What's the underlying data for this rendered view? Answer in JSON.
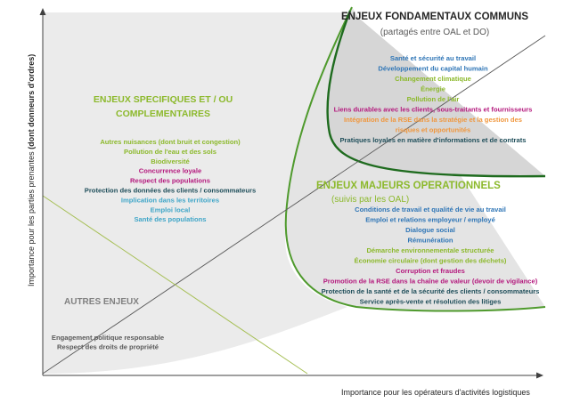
{
  "axes": {
    "x_label": "Importance  pour les opérateurs d'activités logistiques",
    "y_label_prefix": "Importance  pour les parties prenantes ",
    "y_label_bold": "(dont donneurs d'ordres)"
  },
  "zones": {
    "fondamentaux": {
      "title": "ENJEUX FONDAMENTAUX COMMUNS",
      "subtitle": "(partagés entre OAL et DO)",
      "items": [
        {
          "text": "Santé et sécurité au travail",
          "color": "#2e75b6"
        },
        {
          "text": "Développement du capital humain",
          "color": "#2e75b6"
        },
        {
          "text": "Changement climatique",
          "color": "#8cb92c"
        },
        {
          "text": "Énergie",
          "color": "#8cb92c"
        },
        {
          "text": "Pollution de l'air",
          "color": "#8cb92c"
        },
        {
          "text": "Liens durables avec les clients, sous-traitants et fournisseurs",
          "color": "#b4197d"
        },
        {
          "text": "Intégration de la RSE dans la stratégie et la gestion des",
          "color": "#f0963c"
        },
        {
          "text": "risques et opportunités",
          "color": "#f0963c"
        },
        {
          "text": "Pratiques loyales en matière d'informations et de contrats",
          "color": "#1f4e5a"
        }
      ]
    },
    "operationnels": {
      "title": "ENJEUX MAJEURS OPERATIONNELS",
      "subtitle": "(suivis par les OAL)",
      "items": [
        {
          "text": "Conditions de travail et qualité de vie au travail",
          "color": "#2e75b6"
        },
        {
          "text": "Emploi et relations employeur / employé",
          "color": "#2e75b6"
        },
        {
          "text": "Dialogue social",
          "color": "#2e75b6"
        },
        {
          "text": "Rémunération",
          "color": "#2e75b6"
        },
        {
          "text": "Démarche environnementale structurée",
          "color": "#8cb92c"
        },
        {
          "text": "Économie circulaire (dont gestion des déchets)",
          "color": "#8cb92c"
        },
        {
          "text": "Corruption et fraudes",
          "color": "#b4197d"
        },
        {
          "text": "Promotion de la RSE dans la chaîne de valeur (devoir de vigilance)",
          "color": "#b4197d"
        },
        {
          "text": "Protection de la santé et de la sécurité des clients / consommateurs",
          "color": "#1f4e5a"
        },
        {
          "text": "Service après-vente et résolution des litiges",
          "color": "#1f4e5a"
        }
      ]
    },
    "specifiques": {
      "title_line1": "ENJEUX SPECIFIQUES ET / OU",
      "title_line2": "COMPLEMENTAIRES",
      "items": [
        {
          "text": "Autres nuisances (dont bruit et congestion)",
          "color": "#8cb92c"
        },
        {
          "text": "Pollution de l'eau et des sols",
          "color": "#8cb92c"
        },
        {
          "text": "Biodiversité",
          "color": "#8cb92c"
        },
        {
          "text": "Concurrence loyale",
          "color": "#b4197d"
        },
        {
          "text": "Respect des populations",
          "color": "#b4197d"
        },
        {
          "text": "Protection des données des clients / consommateurs",
          "color": "#1f4e5a"
        },
        {
          "text": "Implication dans les territoires",
          "color": "#40a6c8"
        },
        {
          "text": "Emploi local",
          "color": "#40a6c8"
        },
        {
          "text": "Santé des populations",
          "color": "#40a6c8"
        }
      ]
    },
    "autres": {
      "title": "AUTRES ENJEUX",
      "items": [
        {
          "text": "Engagement politique responsable",
          "color": "#595959"
        },
        {
          "text": "Respect des droits de propriété",
          "color": "#595959"
        }
      ]
    }
  },
  "colors": {
    "title_green": "#8cb92c",
    "title_grey": "#808080",
    "zone_fill": "#e6e6e6",
    "zone_outline": "#3c8c28",
    "axis": "#404040"
  }
}
